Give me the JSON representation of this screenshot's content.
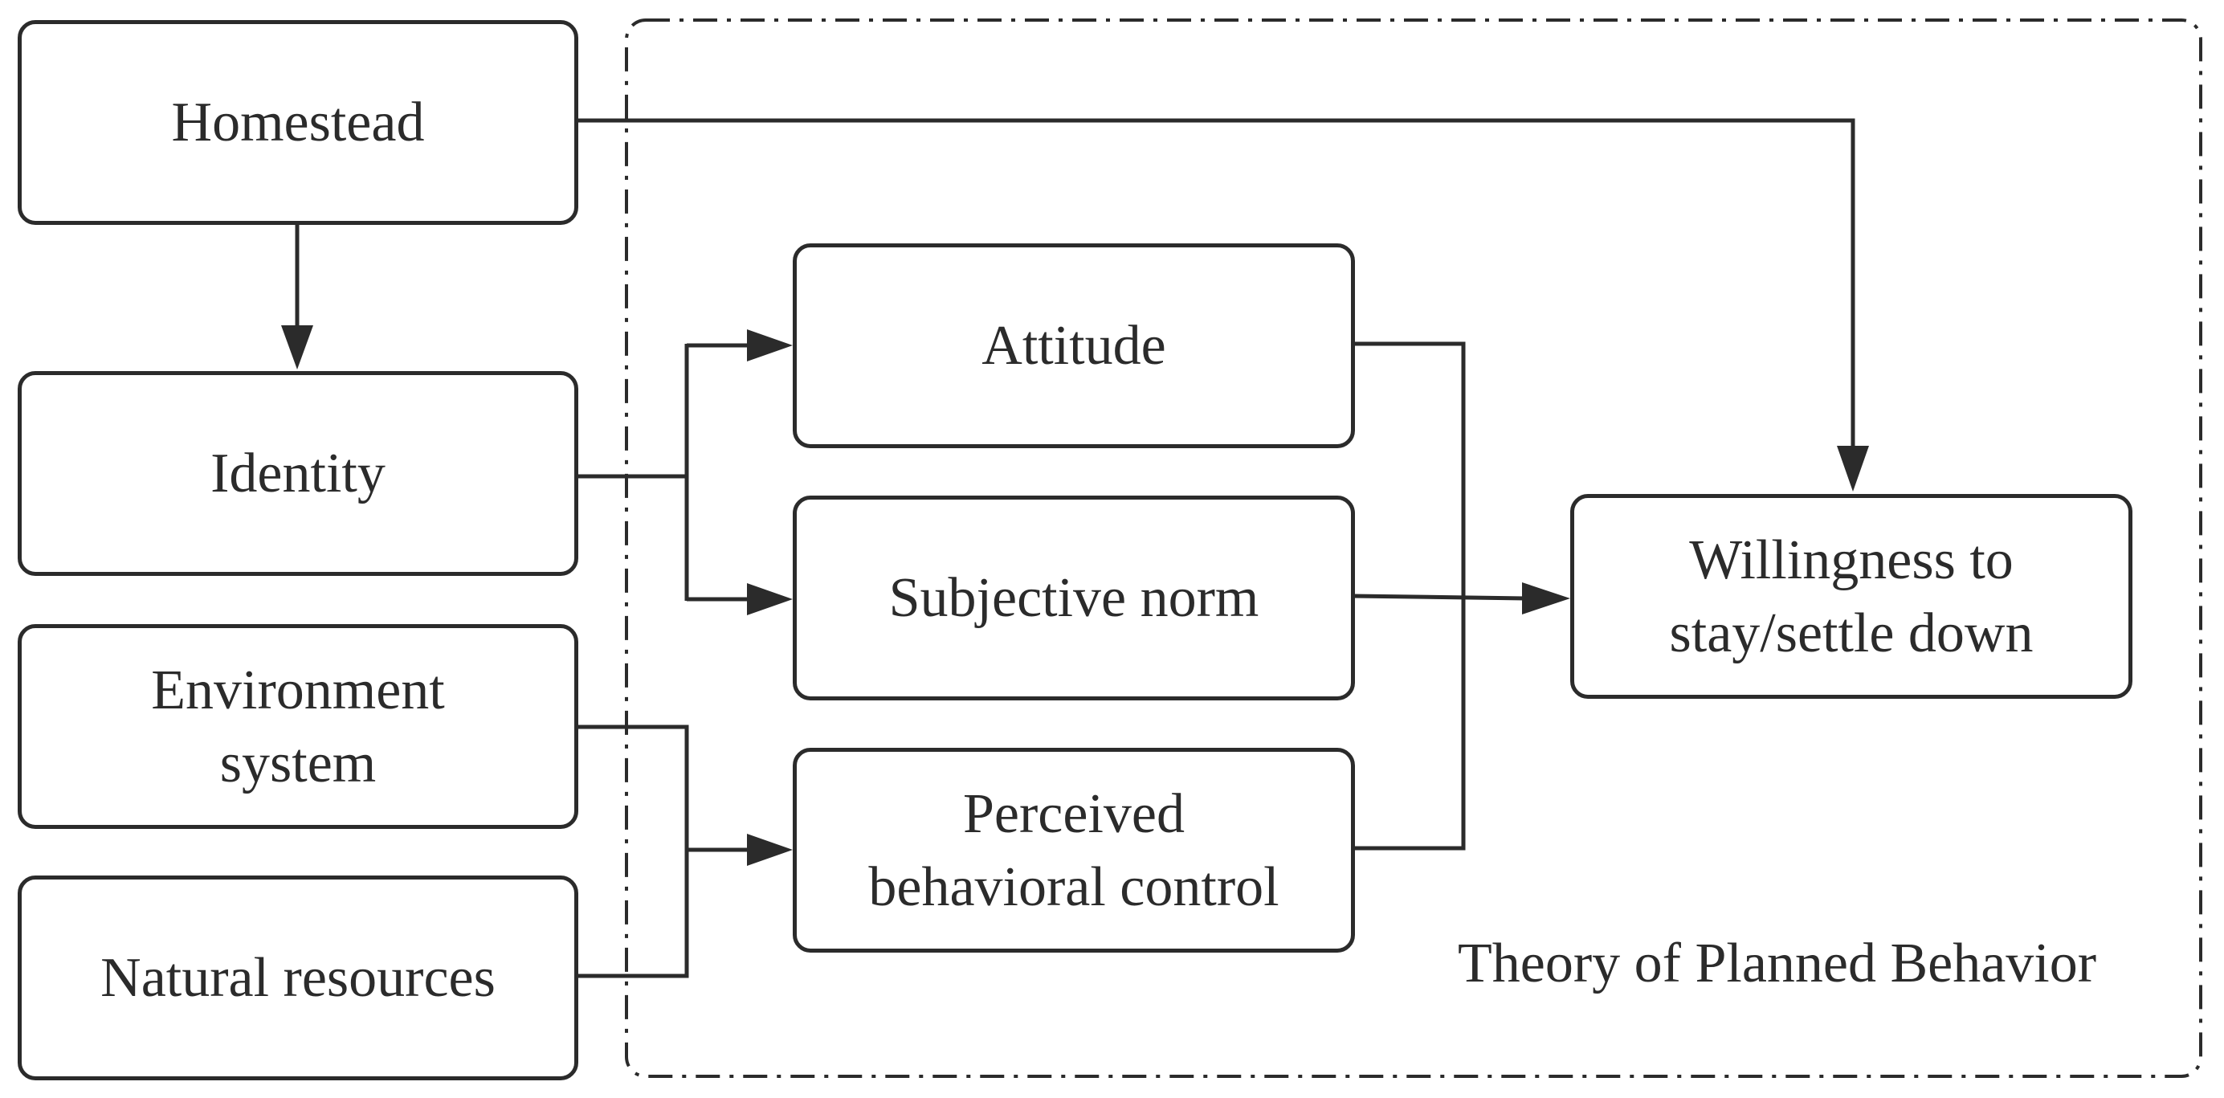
{
  "diagram": {
    "nodes": {
      "homestead": "Homestead",
      "identity": "Identity",
      "environment_system": "Environment\nsystem",
      "natural_resources": "Natural resources",
      "attitude": "Attitude",
      "subjective_norm": "Subjective norm",
      "perceived_behavioral_control": "Perceived\nbehavioral control",
      "willingness": "Willingness to\nstay/settle down"
    },
    "group_label": "Theory of Planned Behavior",
    "edges": [
      {
        "from": "homestead",
        "to": "identity"
      },
      {
        "from": "homestead",
        "to": "willingness"
      },
      {
        "from": "identity",
        "to": "attitude"
      },
      {
        "from": "identity",
        "to": "subjective_norm"
      },
      {
        "from": "environment_system",
        "to": "perceived_behavioral_control"
      },
      {
        "from": "natural_resources",
        "to": "perceived_behavioral_control"
      },
      {
        "from": "attitude",
        "to": "willingness"
      },
      {
        "from": "subjective_norm",
        "to": "willingness"
      },
      {
        "from": "perceived_behavioral_control",
        "to": "willingness"
      }
    ],
    "colors": {
      "stroke": "#2b2b2b",
      "background": "#ffffff"
    }
  }
}
